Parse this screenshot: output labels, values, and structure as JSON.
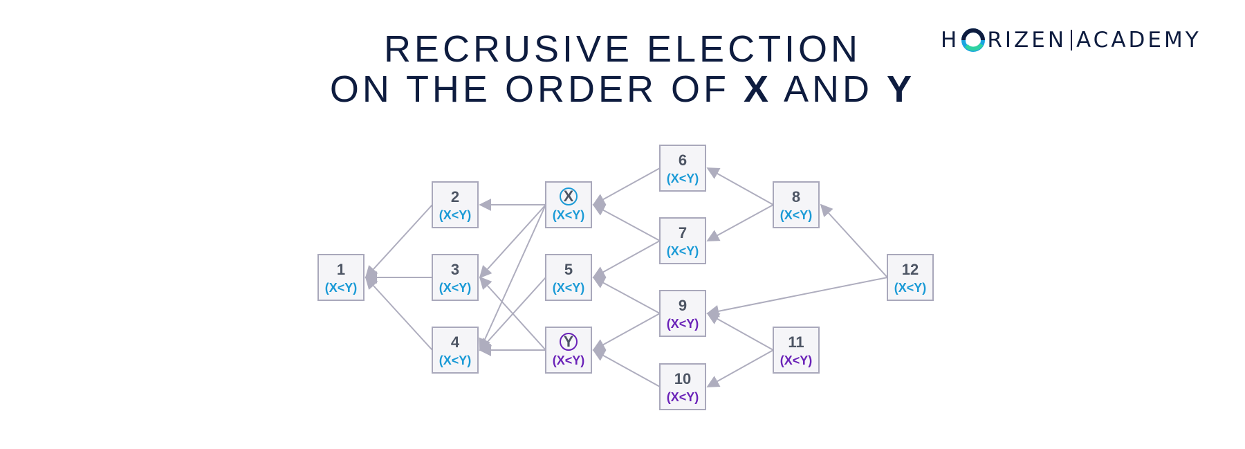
{
  "title": {
    "line1": "RECRUSIVE ELECTION",
    "line2_prefix": "ON THE ORDER OF ",
    "x": "X",
    "and": " AND ",
    "y": "Y"
  },
  "logo": {
    "part1": "H",
    "part2": "RIZEN",
    "part3": "ACADEMY"
  },
  "colors": {
    "blue": "#1a9ad6",
    "purple": "#6a22b8",
    "title": "#0e1c3f",
    "edge": "#aeadbe"
  },
  "nodes": [
    {
      "id": "1",
      "label": "1",
      "sub": "(X<Y)",
      "color": "blue"
    },
    {
      "id": "2",
      "label": "2",
      "sub": "(X<Y)",
      "color": "blue"
    },
    {
      "id": "3",
      "label": "3",
      "sub": "(X<Y)",
      "color": "blue"
    },
    {
      "id": "4",
      "label": "4",
      "sub": "(X<Y)",
      "color": "blue"
    },
    {
      "id": "X",
      "label": "X",
      "sub": "(X<Y)",
      "color": "blue",
      "circled": true
    },
    {
      "id": "5",
      "label": "5",
      "sub": "(X<Y)",
      "color": "blue"
    },
    {
      "id": "Y",
      "label": "Y",
      "sub": "(X<Y)",
      "color": "purple",
      "circled": true
    },
    {
      "id": "6",
      "label": "6",
      "sub": "(X<Y)",
      "color": "blue"
    },
    {
      "id": "7",
      "label": "7",
      "sub": "(X<Y)",
      "color": "blue"
    },
    {
      "id": "9",
      "label": "9",
      "sub": "(X<Y)",
      "color": "purple"
    },
    {
      "id": "10",
      "label": "10",
      "sub": "(X<Y)",
      "color": "purple"
    },
    {
      "id": "8",
      "label": "8",
      "sub": "(X<Y)",
      "color": "blue"
    },
    {
      "id": "11",
      "label": "11",
      "sub": "(X<Y)",
      "color": "purple"
    },
    {
      "id": "12",
      "label": "12",
      "sub": "(X<Y)",
      "color": "blue"
    }
  ],
  "edges": [
    [
      "2",
      "1"
    ],
    [
      "3",
      "1"
    ],
    [
      "4",
      "1"
    ],
    [
      "X",
      "2"
    ],
    [
      "X",
      "3"
    ],
    [
      "X",
      "4"
    ],
    [
      "Y",
      "3"
    ],
    [
      "Y",
      "4"
    ],
    [
      "5",
      "4"
    ],
    [
      "6",
      "X"
    ],
    [
      "7",
      "X"
    ],
    [
      "7",
      "5"
    ],
    [
      "9",
      "5"
    ],
    [
      "9",
      "Y"
    ],
    [
      "10",
      "Y"
    ],
    [
      "8",
      "6"
    ],
    [
      "8",
      "7"
    ],
    [
      "11",
      "9"
    ],
    [
      "11",
      "10"
    ],
    [
      "12",
      "8"
    ],
    [
      "12",
      "9"
    ]
  ]
}
